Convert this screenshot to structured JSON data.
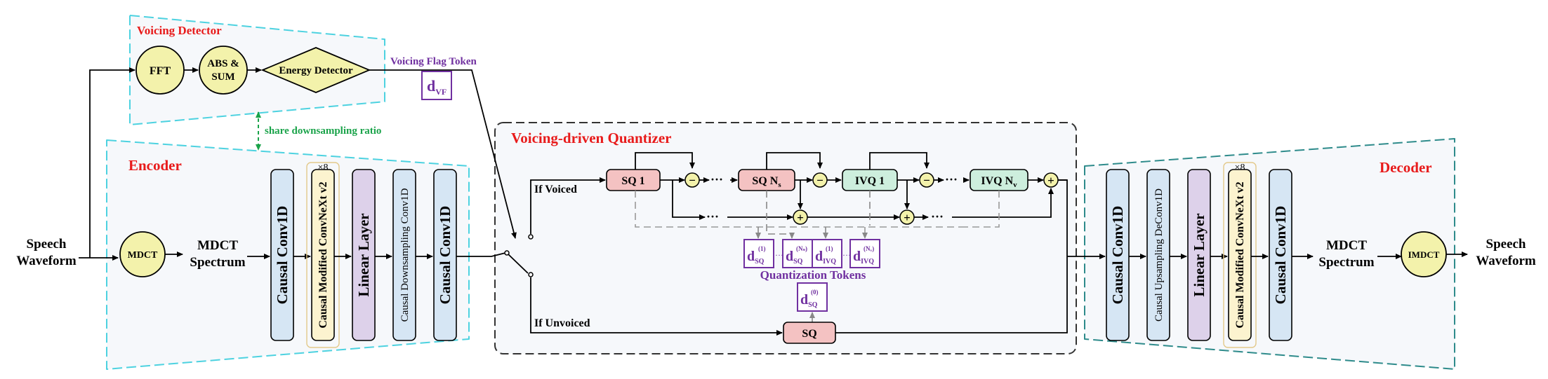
{
  "input": {
    "line1": "Speech",
    "line2": "Waveform"
  },
  "output": {
    "line1": "Speech",
    "line2": "Waveform"
  },
  "voicing_detector": {
    "title": "Voicing Detector",
    "fft": "FFT",
    "abs_line1": "ABS &",
    "abs_line2": "SUM",
    "energy": "Energy Detector",
    "flag_label": "Voicing Flag Token",
    "flag_token": "d",
    "flag_token_sub": "VF"
  },
  "share_label": "share downsampling ratio",
  "encoder": {
    "title": "Encoder",
    "mdct": "MDCT",
    "spectrum_line1": "MDCT",
    "spectrum_line2": "Spectrum",
    "block1": "Causal Conv1D",
    "block2": "Causal Modified ConvNeXt v2",
    "repeat": "×8",
    "block3": "Linear Layer",
    "block4": "Causal Downsampling Conv1D",
    "block5": "Causal Conv1D"
  },
  "quantizer": {
    "title": "Voicing-driven Quantizer",
    "if_voiced": "If Voiced",
    "if_unvoiced": "If Unvoiced",
    "sq1": "SQ 1",
    "sqn": "SQ N",
    "sqn_sub": "s",
    "ivq1": "IVQ 1",
    "ivqn": "IVQ N",
    "ivqn_sub": "v",
    "sq": "SQ",
    "dots": "···",
    "tokens_label": "Quantization Tokens",
    "tokens": [
      {
        "base": "d",
        "sub": "SQ",
        "sup": "(1)"
      },
      {
        "base": "d",
        "sub": "SQ",
        "sup": "(Nₛ)"
      },
      {
        "base": "d",
        "sub": "IVQ",
        "sup": "(1)"
      },
      {
        "base": "d",
        "sub": "IVQ",
        "sup": "(Nᵥ)"
      }
    ],
    "unvoiced_token": {
      "base": "d",
      "sub": "SQ",
      "sup": "(0)"
    },
    "minus": "−",
    "plus": "+"
  },
  "decoder": {
    "title": "Decoder",
    "block1": "Causal Conv1D",
    "block2": "Causal Upsampling DeConv1D",
    "block3": "Linear Layer",
    "block4": "Causal Modified ConvNeXt v2",
    "repeat": "×8",
    "block5": "Causal Conv1D",
    "spectrum_line1": "MDCT",
    "spectrum_line2": "Spectrum",
    "imdct": "IMDCT"
  },
  "colors": {
    "cyan": "#4dd2e0",
    "teal": "#2e8b8b",
    "red": "#e81b1b",
    "purple": "#7030a0",
    "green": "#1aa34a",
    "yellow": "#f3f2ab",
    "blue": "#d6e6f4",
    "lavender": "#ddd1ea",
    "cream": "#fcf3cf",
    "pink": "#f4c2c2",
    "mint": "#cdeedd"
  }
}
